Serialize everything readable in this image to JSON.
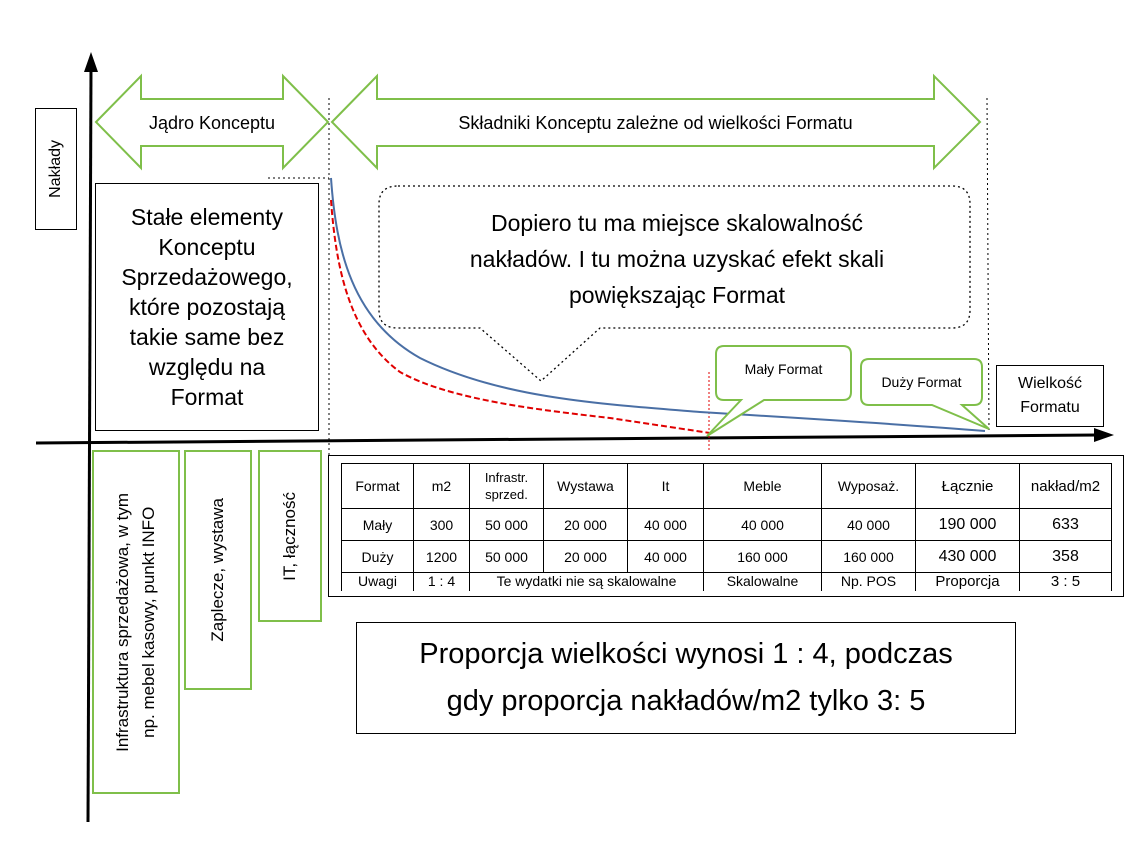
{
  "axes": {
    "y_label": "Nakłady",
    "x_label_line1": "Wielkość",
    "x_label_line2": "Formatu"
  },
  "arrows": {
    "core": "Jądro Konceptu",
    "components": "Składniki Konceptu zależne od wielkości Formatu"
  },
  "fixed_elements": {
    "lines": [
      "Stałe elementy",
      "Konceptu",
      "Sprzedażowego,",
      "które pozostają",
      "takie same bez",
      "względu na",
      "Format"
    ]
  },
  "callout": {
    "lines": [
      "Dopiero tu ma miejsce skalowalność",
      "nakładów. I tu można uzyskać efekt skali",
      "powiększając Format"
    ]
  },
  "format_labels": {
    "small": "Mały Format",
    "large": "Duży Format"
  },
  "fixed_components": {
    "infrastructure_line1": "Infrastruktura sprzedażowa, w tym",
    "infrastructure_line2": "np. mebel kasowy, punkt INFO",
    "backroom": "Zaplecze, wystawa",
    "it": "IT, łączność"
  },
  "table": {
    "headers": [
      "Format",
      "m2",
      "Infrastr. sprzed.",
      "Wystawa",
      "It",
      "Meble",
      "Wyposaż.",
      "Łącznie",
      "nakład/m2"
    ],
    "header_infra_line1": "Infrastr.",
    "header_infra_line2": "sprzed.",
    "rows": [
      [
        "Mały",
        "300",
        "50 000",
        "20 000",
        "40 000",
        "40 000",
        "40 000",
        "190 000",
        "633"
      ],
      [
        "Duży",
        "1200",
        "50 000",
        "20 000",
        "40 000",
        "160 000",
        "160 000",
        "430 000",
        "358"
      ]
    ],
    "notes": {
      "label": "Uwagi",
      "ratio_size": "1 : 4",
      "non_scalable": "Te wydatki nie są skalowalne",
      "scalable": "Skalowalne",
      "pos": "Np. POS",
      "proportion": "Proporcja",
      "ratio_cost": "3 : 5"
    }
  },
  "conclusion": {
    "line1": "Proporcja wielkości wynosi 1 : 4, podczas",
    "line2": "gdy proporcja nakładów/m2 tylko 3: 5"
  },
  "colors": {
    "green": "#7fbf4a",
    "blue_curve": "#4a6fa5",
    "red_curve": "#e00000"
  }
}
